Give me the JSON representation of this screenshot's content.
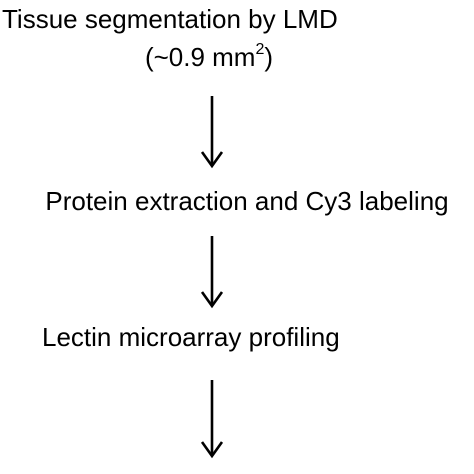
{
  "steps": [
    {
      "line1": "Tissue segmentation by LMD",
      "line2_prefix": "(~0.9 mm",
      "line2_sup": "2",
      "line2_suffix": ")"
    },
    {
      "label": "Protein extraction and Cy3 labeling"
    },
    {
      "label": "Lectin microarray profiling"
    }
  ],
  "arrows": [
    {
      "icon": "down-arrow-icon"
    },
    {
      "icon": "down-arrow-icon"
    },
    {
      "icon": "down-arrow-icon"
    }
  ],
  "colors": {
    "text": "#000000",
    "arrow": "#000000",
    "background": "#ffffff"
  }
}
